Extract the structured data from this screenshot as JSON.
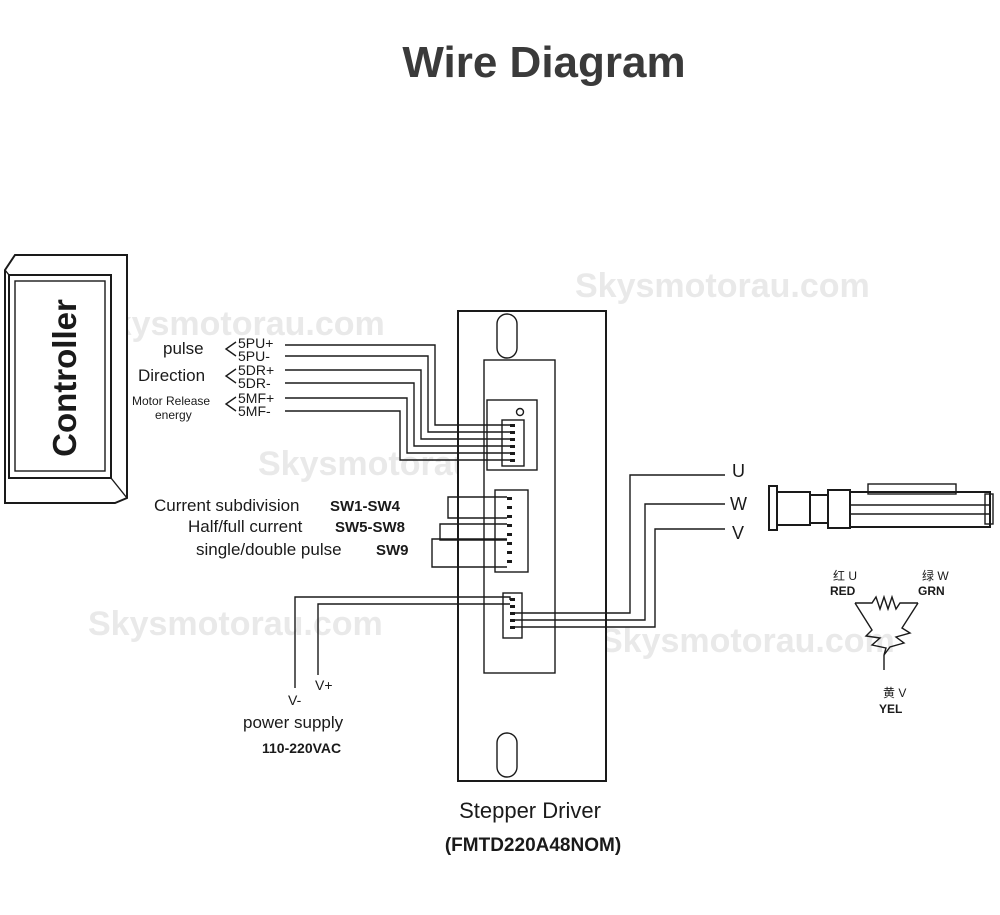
{
  "title": "Wire Diagram",
  "watermark": "Skysmotorau.com",
  "controller": {
    "label": "Controller"
  },
  "signals": {
    "groups": [
      {
        "name": "pulse",
        "pins": [
          "5PU+",
          "5PU-"
        ]
      },
      {
        "name": "Direction",
        "pins": [
          "5DR+",
          "5DR-"
        ]
      },
      {
        "name_line1": "Motor Release",
        "name_line2": "energy",
        "pins": [
          "5MF+",
          "5MF-"
        ]
      }
    ]
  },
  "switches": [
    {
      "name": "Current subdivision",
      "code": "SW1-SW4"
    },
    {
      "name": "Half/full current",
      "code": "SW5-SW8"
    },
    {
      "name": "single/double pulse",
      "code": "SW9"
    }
  ],
  "power": {
    "vminus": "V-",
    "vplus": "V+",
    "label": "power supply",
    "voltage": "110-220VAC"
  },
  "motor_outputs": [
    "U",
    "W",
    "V"
  ],
  "phases": {
    "red_cn": "红 U",
    "red": "RED",
    "grn_cn": "绿 W",
    "grn": "GRN",
    "yel_cn": "黄 V",
    "yel": "YEL"
  },
  "driver": {
    "name": "Stepper Driver",
    "model": "(FMTD220A48NOM)"
  }
}
